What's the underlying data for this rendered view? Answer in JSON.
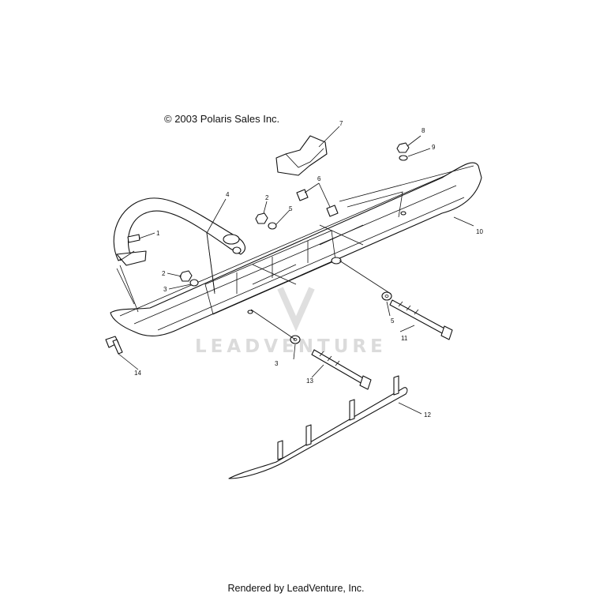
{
  "copyright": "© 2003 Polaris Sales Inc.",
  "footer": "Rendered by LeadVenture, Inc.",
  "watermark": "LEADVENTURE",
  "callouts": [
    "1",
    "2",
    "3",
    "4",
    "5",
    "6",
    "7",
    "8",
    "9",
    "10",
    "11",
    "12",
    "13",
    "14",
    "2",
    "3",
    "5"
  ]
}
